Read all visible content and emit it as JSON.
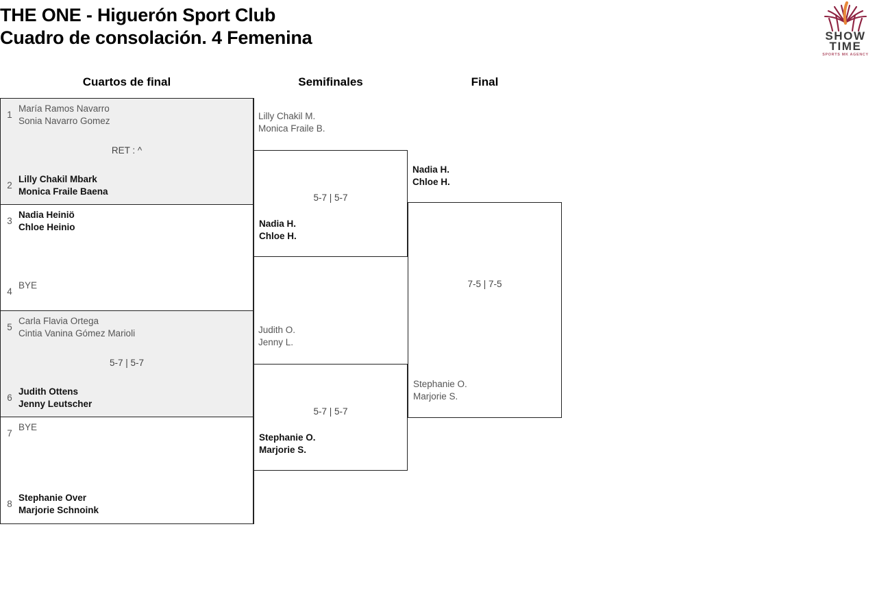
{
  "header": {
    "title": "THE ONE - Higuerón Sport Club\nCuadro de consolación. 4 Femenina",
    "logo": {
      "line1": "SHOW",
      "line2": "TIME",
      "tagline": "SPORTS MK AGENCY",
      "burst_color": "#8e2241",
      "accent_color": "#e8883a",
      "text_color": "#3b3b3b"
    }
  },
  "rounds": [
    {
      "key": "quarterfinals",
      "label": "Cuartos de final"
    },
    {
      "key": "semifinals",
      "label": "Semifinales"
    },
    {
      "key": "final",
      "label": "Final"
    }
  ],
  "bracket": {
    "quarterfinals": [
      {
        "id": "qf1",
        "shaded": true,
        "score": "RET : ^",
        "top": {
          "seed": "1",
          "names": "María Ramos Navarro\nSonia Navarro Gomez",
          "result": "loser"
        },
        "bottom": {
          "seed": "2",
          "names": "Lilly Chakil Mbark\nMonica Fraile Baena",
          "result": "winner"
        }
      },
      {
        "id": "qf2",
        "shaded": false,
        "score": "",
        "top": {
          "seed": "3",
          "names": "Nadia Heiniö\nChloe Heinio",
          "result": "winner"
        },
        "bottom": {
          "seed": "4",
          "names": "BYE",
          "result": "bye"
        }
      },
      {
        "id": "qf3",
        "shaded": true,
        "score": "5-7 | 5-7",
        "top": {
          "seed": "5",
          "names": "Carla Flavia Ortega\nCintia Vanina Gómez Marioli",
          "result": "loser"
        },
        "bottom": {
          "seed": "6",
          "names": "Judith Ottens\nJenny Leutscher",
          "result": "winner"
        }
      },
      {
        "id": "qf4",
        "shaded": false,
        "score": "",
        "top": {
          "seed": "7",
          "names": "BYE",
          "result": "bye"
        },
        "bottom": {
          "seed": "8",
          "names": "Stephanie Over\nMarjorie Schnoink",
          "result": "winner"
        }
      }
    ],
    "semifinals": [
      {
        "id": "sf1",
        "score": "5-7 | 5-7",
        "top": {
          "names": "Lilly Chakil M.\nMonica Fraile B.",
          "result": "loser"
        },
        "bottom": {
          "names": "Nadia H.\nChloe H.",
          "result": "winner"
        }
      },
      {
        "id": "sf2",
        "score": "5-7 | 5-7",
        "top": {
          "names": "Judith O.\nJenny L.",
          "result": "loser"
        },
        "bottom": {
          "names": "Stephanie O.\nMarjorie S.",
          "result": "winner"
        }
      }
    ],
    "final": {
      "id": "f1",
      "score": "7-5 | 7-5",
      "top": {
        "names": "Nadia H.\nChloe H.",
        "result": "winner"
      },
      "bottom": {
        "names": "Stephanie O.\nMarjorie S.",
        "result": "loser"
      }
    }
  }
}
